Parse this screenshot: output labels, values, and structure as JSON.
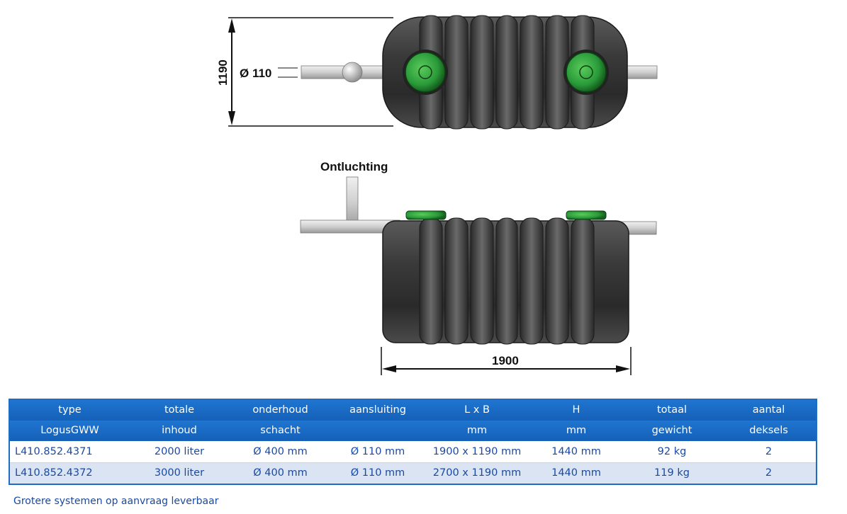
{
  "drawing": {
    "height_dim": "1190",
    "pipe_dim": "Ø 110",
    "vent_label": "Ontluchting",
    "length_dim": "1900"
  },
  "colors": {
    "table_header": "#1f75d0",
    "table_text": "#1a4aa0",
    "row_alt": "#dbe4f3",
    "tank_body": "#3a3a3a",
    "lid_green": "#2a9a3a"
  },
  "table": {
    "headers_row1": [
      "type",
      "totale",
      "onderhoud",
      "aansluiting",
      "L x B",
      "H",
      "totaal",
      "aantal"
    ],
    "headers_row2": [
      "LogusGWW",
      "inhoud",
      "schacht",
      "",
      "mm",
      "mm",
      "gewicht",
      "deksels"
    ],
    "rows": [
      [
        "L410.852.4371",
        "2000 liter",
        "Ø 400 mm",
        "Ø 110 mm",
        "1900 x 1190 mm",
        "1440 mm",
        "92 kg",
        "2"
      ],
      [
        "L410.852.4372",
        "3000 liter",
        "Ø 400 mm",
        "Ø 110 mm",
        "2700 x 1190 mm",
        "1440 mm",
        "119 kg",
        "2"
      ]
    ]
  },
  "footnote": "Grotere systemen op aanvraag leverbaar"
}
